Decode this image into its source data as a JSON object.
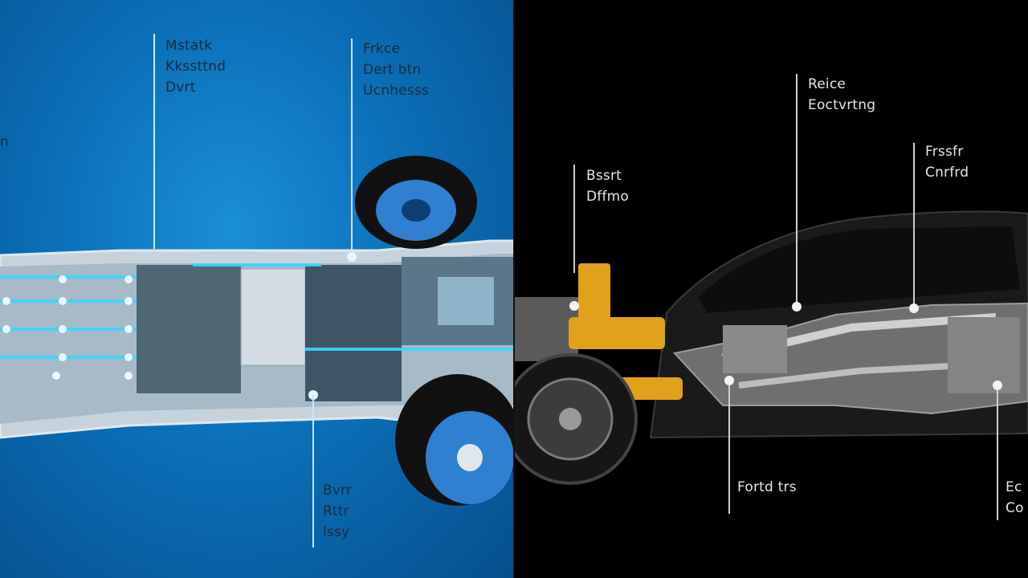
{
  "left_labels": {
    "edge": [
      "n"
    ],
    "top_a": [
      "Mstatk",
      "Kkssttnd",
      "Dvrt"
    ],
    "top_b": [
      "Frkce",
      "Dert btn",
      "Ucnhesss"
    ],
    "bottom": [
      "Bvrr",
      "Rttr",
      "lssy"
    ]
  },
  "right_labels": {
    "top_a": [
      "Reice",
      "Eoctvrtng"
    ],
    "top_b": [
      "Frssfr",
      "Cnrfrd"
    ],
    "mid": [
      "Bssrt",
      "Dffmo"
    ],
    "bottom_a": [
      "Fortd trs"
    ],
    "bottom_b": [
      "Ec",
      "Co"
    ]
  },
  "colors": {
    "left_bg": "#0b6fb8",
    "right_bg": "#000000",
    "accent_cyan": "#36d7ff",
    "accent_orange": "#e0a21a"
  }
}
